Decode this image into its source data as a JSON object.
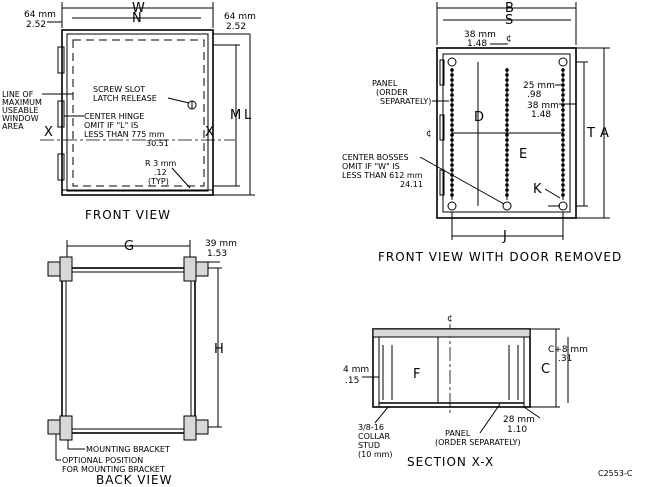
{
  "front_view": {
    "dim_w": "W",
    "dim_n": "N",
    "dim_m": "M",
    "dim_l": "L",
    "x_left": "X",
    "x_right": "X",
    "left_mm": "64 mm",
    "left_in": "2.52",
    "right_mm": "64 mm",
    "right_in": "2.52",
    "window_note": [
      "LINE OF",
      "MAXIMUM",
      "USEABLE",
      "WINDOW",
      "AREA"
    ],
    "screw_note": [
      "SCREW SLOT",
      "LATCH RELEASE"
    ],
    "hinge_note": [
      "CENTER HINGE",
      "OMIT IF \"L\" IS",
      "LESS THAN 775 mm",
      "30.51"
    ],
    "radius_note": [
      "R 3 mm",
      ".12",
      "(TYP)"
    ],
    "caption": "FRONT VIEW"
  },
  "door_removed_view": {
    "dim_b": "B",
    "dim_s": "S",
    "dim_d": "D",
    "dim_e": "E",
    "dim_t": "T",
    "dim_a": "A",
    "dim_j": "J",
    "dim_k": "K",
    "centerline": "¢",
    "top_mm": "38 mm",
    "top_in": "1.48",
    "panel_note": [
      "PANEL",
      "(ORDER",
      "SEPARATELY)"
    ],
    "n25_mm": "25 mm",
    "n25_in": ".98",
    "n38_mm": "38 mm",
    "n38_in": "1.48",
    "bosses_note": [
      "CENTER BOSSES",
      "OMIT IF \"W\" IS",
      "LESS THAN 612 mm",
      "24.11"
    ],
    "caption": "FRONT VIEW WITH DOOR REMOVED"
  },
  "back_view": {
    "dim_g": "G",
    "dim_h": "H",
    "right_mm": "39 mm",
    "right_in": "1.53",
    "bracket_note": "MOUNTING BRACKET",
    "optional_note": [
      "OPTIONAL POSITION",
      "FOR MOUNTING BRACKET"
    ],
    "caption": "BACK VIEW"
  },
  "section_view": {
    "dim_f": "F",
    "dim_c": "C",
    "centerline": "¢",
    "left_mm": "4 mm",
    "left_in": ".15",
    "c8_mm": "C+8 mm",
    "c8_in": ".31",
    "collar_note": [
      "3/8-16",
      "COLLAR",
      "STUD",
      "(10 mm)"
    ],
    "panel_note": [
      "PANEL",
      "(ORDER SEPARATELY)"
    ],
    "n28_mm": "28 mm",
    "n28_in": "1.10",
    "caption": "SECTION X-X"
  },
  "drawing_number": "C2553-C"
}
